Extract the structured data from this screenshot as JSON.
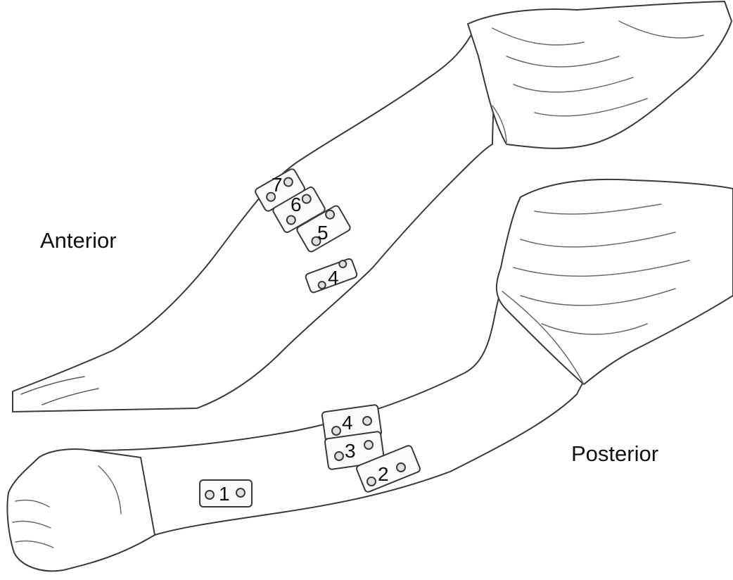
{
  "labels": {
    "anterior": "Anterior",
    "posterior": "Posterior"
  },
  "anterior_electrodes": [
    "7",
    "6",
    "5",
    "4"
  ],
  "posterior_electrodes": [
    "4",
    "3",
    "2",
    "1"
  ],
  "colors": {
    "background": "#ffffff",
    "outline": "#3a3a3a",
    "text": "#111111"
  }
}
